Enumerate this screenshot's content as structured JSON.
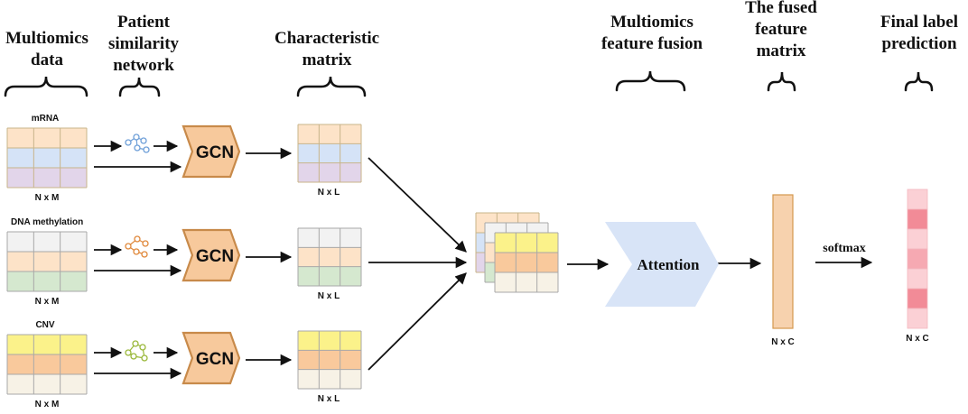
{
  "headers": {
    "multiomics_data": [
      "Multiomics",
      "data"
    ],
    "patient_similarity": [
      "Patient",
      "similarity",
      "network"
    ],
    "characteristic_matrix": [
      "Characteristic",
      "matrix"
    ],
    "feature_fusion": [
      "Multiomics",
      "feature fusion"
    ],
    "fused_matrix": [
      "The fused",
      "feature",
      "matrix"
    ],
    "final_prediction": [
      "Final label",
      "prediction"
    ]
  },
  "omics": [
    {
      "label": "mRNA",
      "dim": "N x M",
      "gcn": "GCN",
      "out_dim": "N x L",
      "colors": [
        "#fde3c8",
        "#d5e3f7",
        "#e2d5ea"
      ],
      "border": "#c8b48a",
      "graph_color": "#6e9fd8"
    },
    {
      "label": "DNA  methylation",
      "dim": "N x M",
      "gcn": "GCN",
      "out_dim": "N x L",
      "colors": [
        "#f2f2f2",
        "#fde3c8",
        "#d5e8cf"
      ],
      "border": "#a8a8a8",
      "graph_color": "#e0883a"
    },
    {
      "label": "CNV",
      "dim": "N x M",
      "gcn": "GCN",
      "out_dim": "N x L",
      "colors": [
        "#fbf28a",
        "#f9c99c",
        "#f7f2e6"
      ],
      "border": "#a8a8a8",
      "graph_color": "#9ab83a"
    }
  ],
  "attention": {
    "label": "Attention"
  },
  "fused": {
    "dim": "N x C"
  },
  "softmax": {
    "label": "softmax"
  },
  "prediction": {
    "dim": "N x C",
    "cells": [
      "#fbd0d5",
      "#f28b97",
      "#fbd0d5",
      "#f6a9b2",
      "#fbd0d5",
      "#f28b97",
      "#fbd0d5"
    ]
  },
  "style": {
    "gcn_fill": "#f7c99c",
    "gcn_stroke": "#c88a4a",
    "attention_fill": "#d8e4f7",
    "fused_fill": "#f7d2ae",
    "fused_stroke": "#d4984e"
  }
}
